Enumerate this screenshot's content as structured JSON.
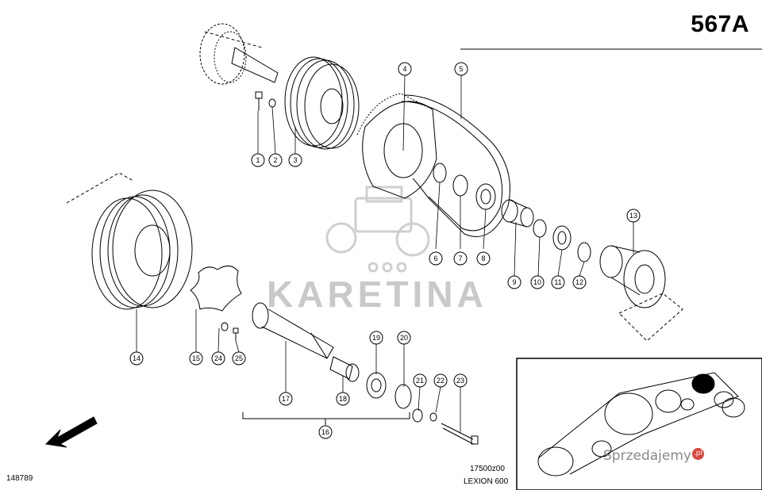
{
  "page_number": "567A",
  "watermark": "KARETINA",
  "doc_code": "148789",
  "drawing_code": "17500z00",
  "model": "LEXION 600",
  "brand_watermark": {
    "text": "Sprzedajemy",
    "badge": ".pl"
  },
  "callouts": [
    {
      "number": "1"
    },
    {
      "number": "2"
    },
    {
      "number": "3"
    },
    {
      "number": "4"
    },
    {
      "number": "5"
    },
    {
      "number": "6"
    },
    {
      "number": "7"
    },
    {
      "number": "8"
    },
    {
      "number": "9"
    },
    {
      "number": "10"
    },
    {
      "number": "11"
    },
    {
      "number": "12"
    },
    {
      "number": "13"
    },
    {
      "number": "14"
    },
    {
      "number": "15"
    },
    {
      "number": "16"
    },
    {
      "number": "17"
    },
    {
      "number": "18"
    },
    {
      "number": "19"
    },
    {
      "number": "20"
    },
    {
      "number": "21"
    },
    {
      "number": "22"
    },
    {
      "number": "23"
    },
    {
      "number": "24"
    },
    {
      "number": "25"
    }
  ],
  "colors": {
    "line": "#000000",
    "watermark": "#c9c9c9",
    "badge": "#d9463e"
  }
}
